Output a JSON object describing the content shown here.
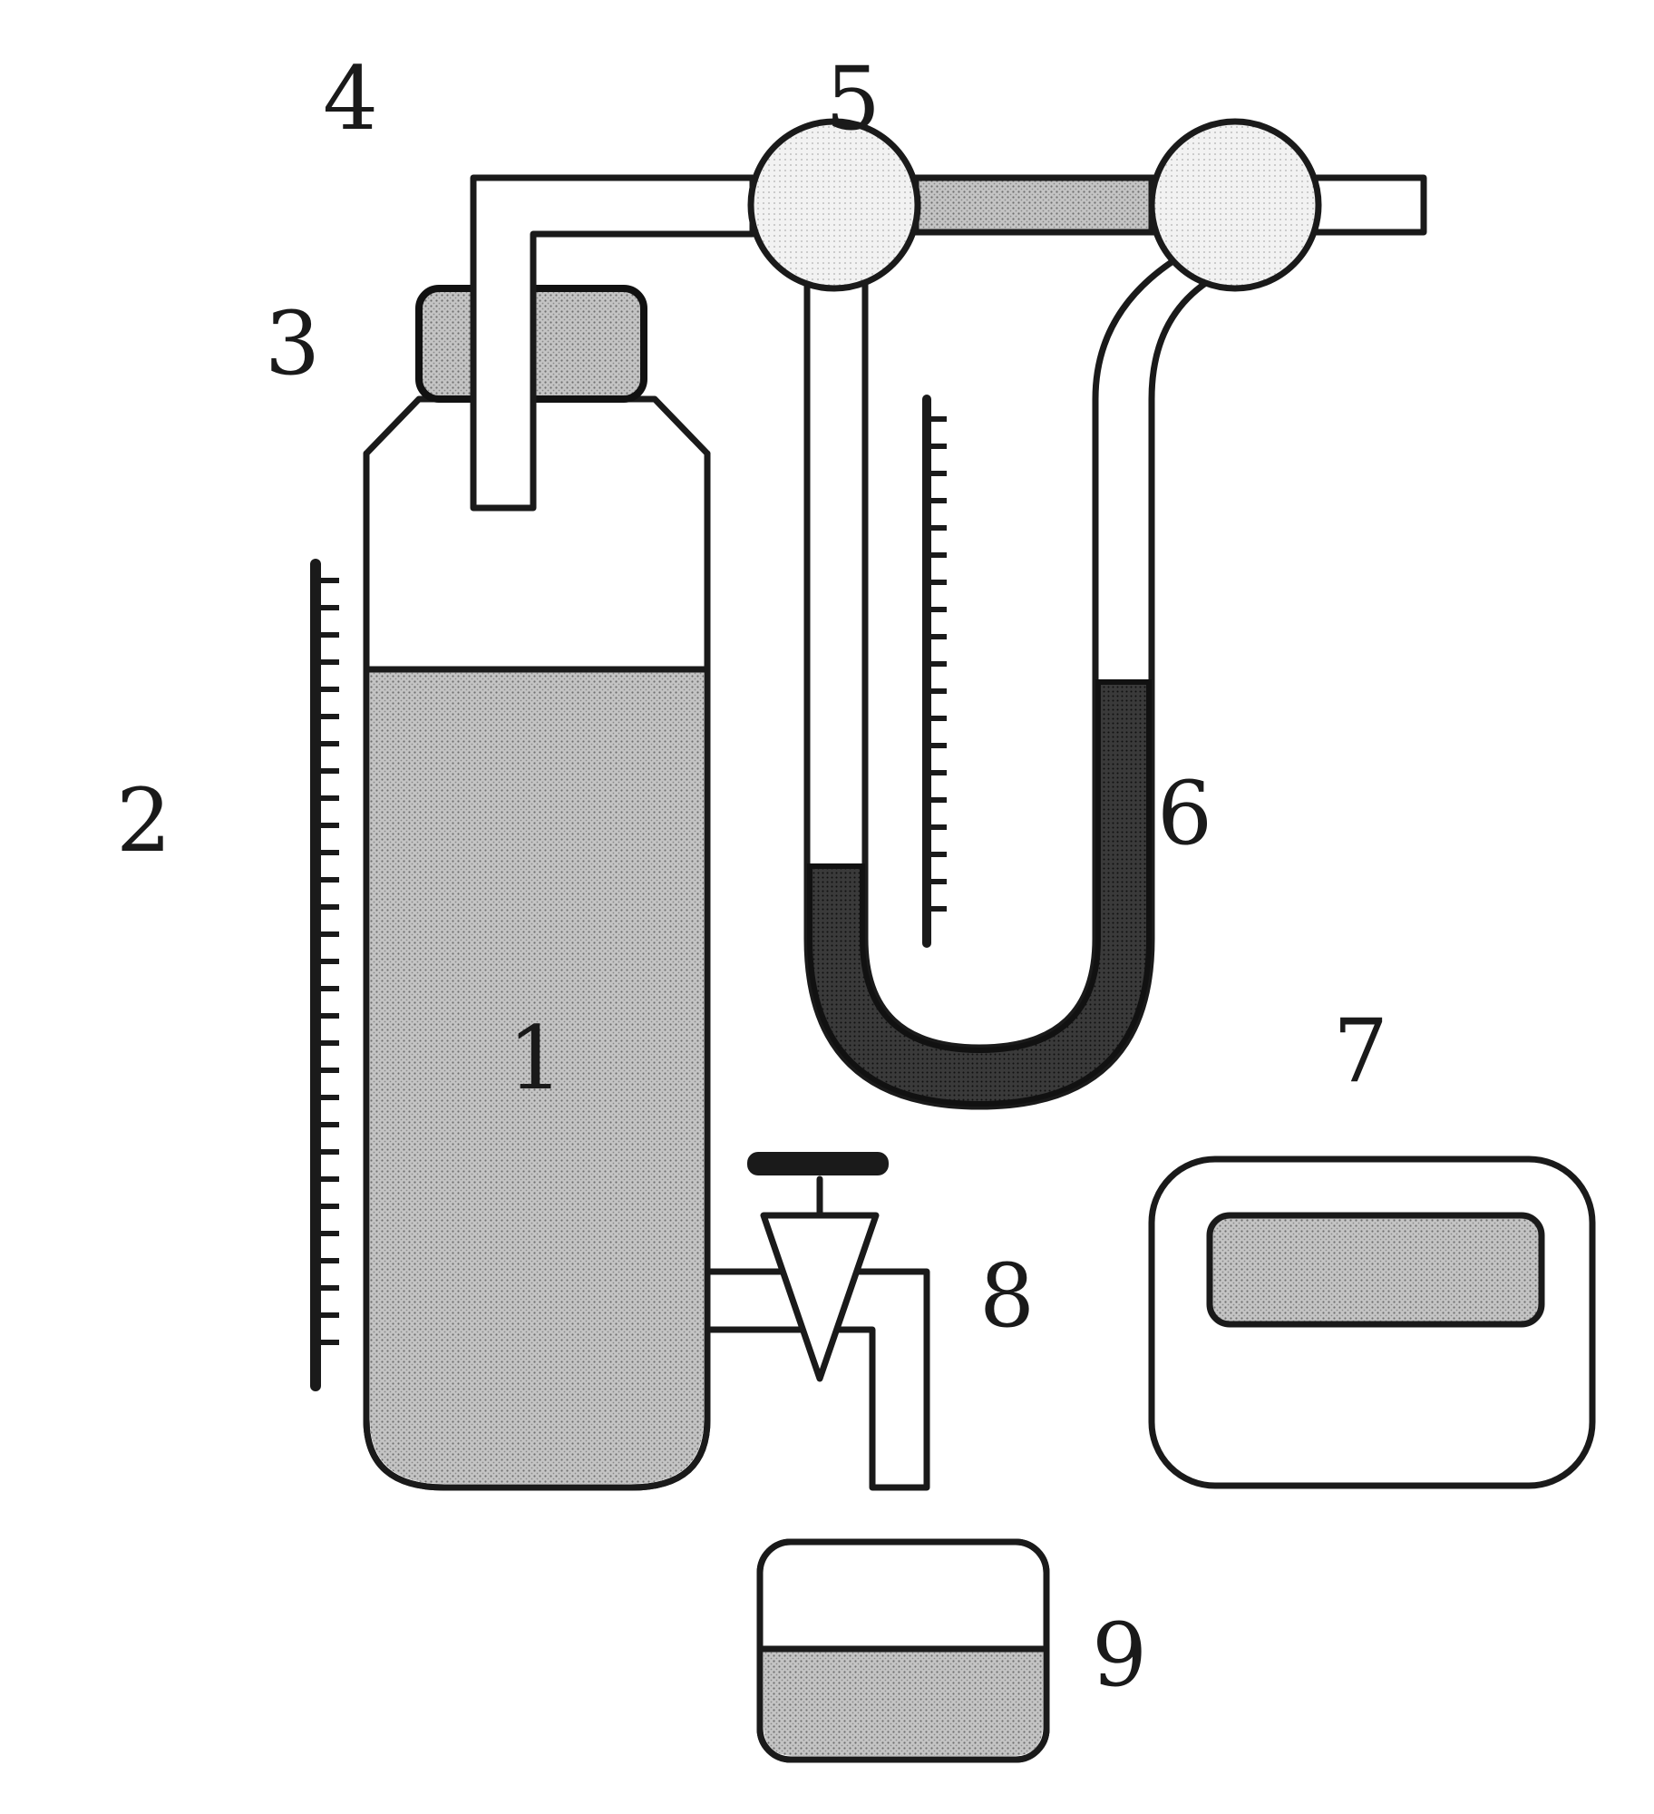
{
  "labels": {
    "l1": "1",
    "l2": "2",
    "l3": "3",
    "l4": "4",
    "l5": "5",
    "l6": "6",
    "l7": "7",
    "l8": "8",
    "l9": "9"
  },
  "colors": {
    "ink": "#1a1a1a",
    "liquid_grey": "#b3b3b3",
    "manometer_fluid": "#3a3a3a"
  }
}
